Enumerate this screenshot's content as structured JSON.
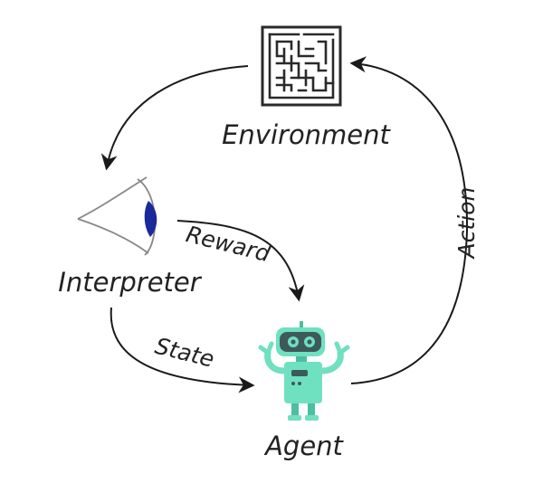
{
  "diagram": {
    "nodes": {
      "environment": {
        "label": "Environment",
        "icon": "maze-icon"
      },
      "interpreter": {
        "label": "Interpreter",
        "icon": "eye-icon"
      },
      "agent": {
        "label": "Agent",
        "icon": "robot-icon"
      }
    },
    "edges": {
      "reward": {
        "label": "Reward",
        "from": "interpreter",
        "to": "agent"
      },
      "state": {
        "label": "State",
        "from": "interpreter",
        "to": "agent"
      },
      "action": {
        "label": "Action",
        "from": "agent",
        "to": "environment"
      },
      "observation": {
        "label": "",
        "from": "environment",
        "to": "interpreter"
      }
    }
  },
  "colors": {
    "line": "#1a1a1a",
    "text": "#222222",
    "robot": "#6fe0c0",
    "robot_dark": "#4bbf9f",
    "robot_face": "#3d5a5a",
    "eye_pupil": "#1a2a9a",
    "maze": "#2a2a2a"
  }
}
